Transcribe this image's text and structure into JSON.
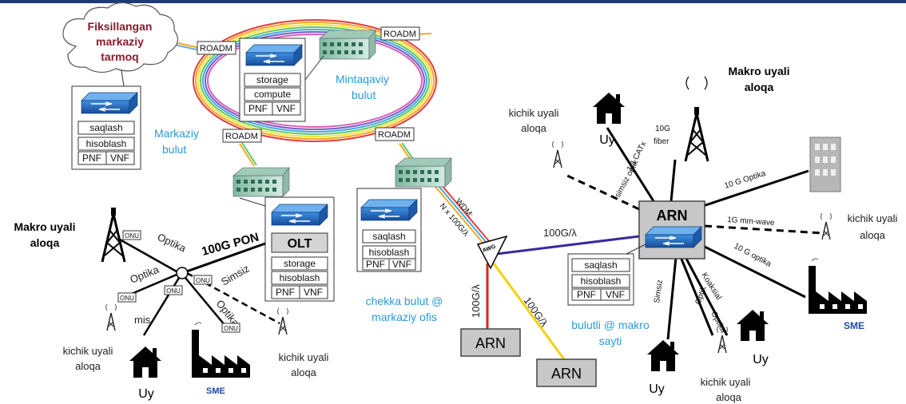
{
  "cloud_title": "Fiksillangan markaziy tarmoq",
  "cloud_lines": [
    "Fiksillangan",
    "markaziy",
    "tarmoq"
  ],
  "roadm_label": "ROADM",
  "central_cloud": {
    "label_1": "Markaziy",
    "label_2": "bulut",
    "storage": "saqlash",
    "compute": "hisoblash",
    "pnf": "PNF",
    "vnf": "VNF"
  },
  "regional_cloud": {
    "label_1": "Mintaqaviy",
    "label_2": "bulut",
    "storage": "storage",
    "compute": "compute",
    "pnf": "PNF",
    "vnf": "VNF"
  },
  "olt_stack": {
    "title": "OLT",
    "storage": "storage",
    "compute": "hisoblash",
    "pnf": "PNF",
    "vnf": "VNF"
  },
  "edge_cloud": {
    "label_1": "chekka bulut @",
    "label_2": "markaziy ofis",
    "storage": "saqlash",
    "compute": "hisoblash",
    "pnf": "PNF",
    "vnf": "VNF"
  },
  "arn_stack": {
    "storage": "saqlash",
    "compute": "hisoblash",
    "pnf": "PNF",
    "vnf": "VNF"
  },
  "pon_label": "100G PON",
  "optika": "Optika",
  "optik": "Optik",
  "simsiz": "Simsiz",
  "mis": "mis",
  "onu": "ONU",
  "macro_left_1": "Makro uyali",
  "macro_left_2": "aloqa",
  "macro_right_1": "Makro uyali",
  "macro_right_2": "aloqa",
  "small_cell_1": "kichik uyali",
  "small_cell_2": "aloqa",
  "home": "Uy",
  "sme": "SME",
  "wdm_1": "WDM:",
  "wdm_2": "N x 100G/λ",
  "awg": "AWG",
  "link_100g": "100G/λ",
  "arn": "ARN",
  "bulutli_1": "bulutli @ makro",
  "bulutli_2": "sayti",
  "link_10g_fiber_1": "10G",
  "link_10g_fiber_2": "fiber",
  "link_1g_catx": "1G CATx",
  "link_simsiz_optik": "simsiz optik",
  "link_10g_optika": "10 G Optika",
  "link_1g_mmwave": "1G mm-wave",
  "link_10g_optika_2": "10 G optika",
  "link_koaksial": "Koaksial",
  "colors": {
    "title_red": "#8b1a2b",
    "cloud_blue": "#2a9bd6",
    "awg_line": "#3a2a9a",
    "red_line": "#d62a1a",
    "yellow_line": "#f3d20a"
  }
}
